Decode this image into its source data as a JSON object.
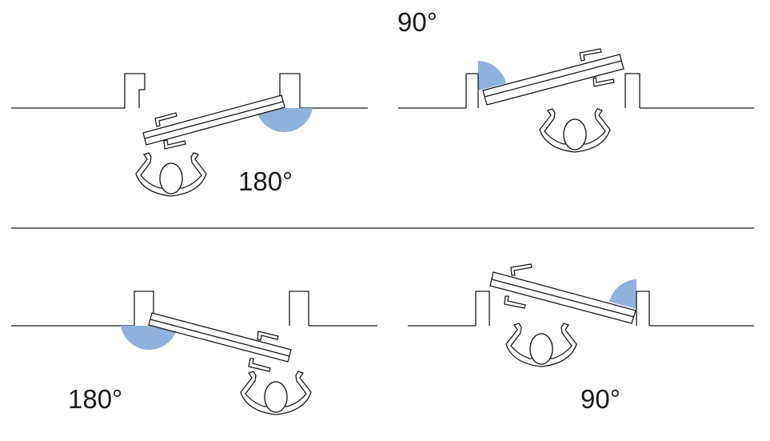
{
  "diagram": {
    "swing_color": "#8fb2dd",
    "stroke_color": "#1a1a1a",
    "panels": [
      {
        "id": "top-left",
        "label": "180°"
      },
      {
        "id": "top-right",
        "label": "90°"
      },
      {
        "id": "bottom-left",
        "label": "180°"
      },
      {
        "id": "bottom-right",
        "label": "90°"
      }
    ]
  }
}
